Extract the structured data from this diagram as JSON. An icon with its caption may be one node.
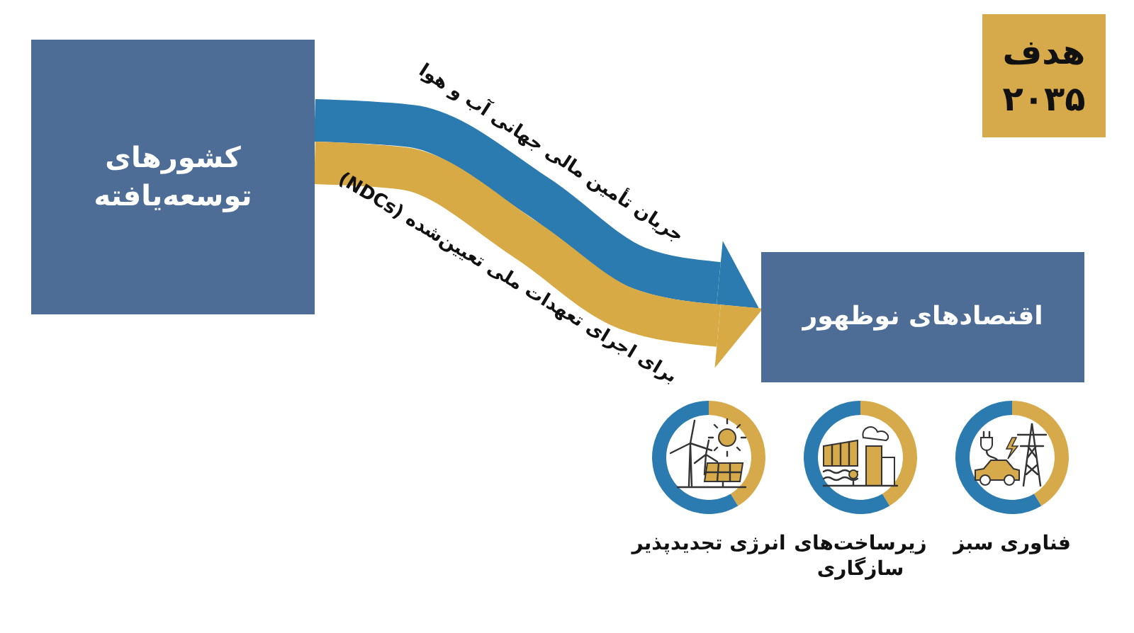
{
  "diagram": {
    "nodes": [
      {
        "text": [
          "کشورهای توسعه‌یافته"
        ]
      },
      {
        "text": [
          "اقتصادهای نوظهور"
        ]
      },
      {
        "text": [
          "هدف ۲۰۳۵"
        ]
      },
      {
        "text": [],
        "shape": "circle",
        "beside": [
          "انرژی تجدیدپذیر"
        ]
      },
      {
        "text": [],
        "shape": "circle",
        "beside": [
          "زیرساخت‌های سازگاری"
        ]
      },
      {
        "text": [],
        "shape": "circle",
        "beside": [
          "فناوری سبز"
        ]
      }
    ],
    "edges": [
      {
        "from": 0,
        "to": 1,
        "arrow": "to",
        "label": "جریان تأمین مالی جهانی آب و هوا",
        "color": "#2b7bb0"
      },
      {
        "from": 0,
        "to": 1,
        "arrow": "to",
        "label": "برای اجرای تعهدات ملی تعیین‌شده (NDCs)",
        "color": "#d8aa45"
      }
    ]
  }
}
